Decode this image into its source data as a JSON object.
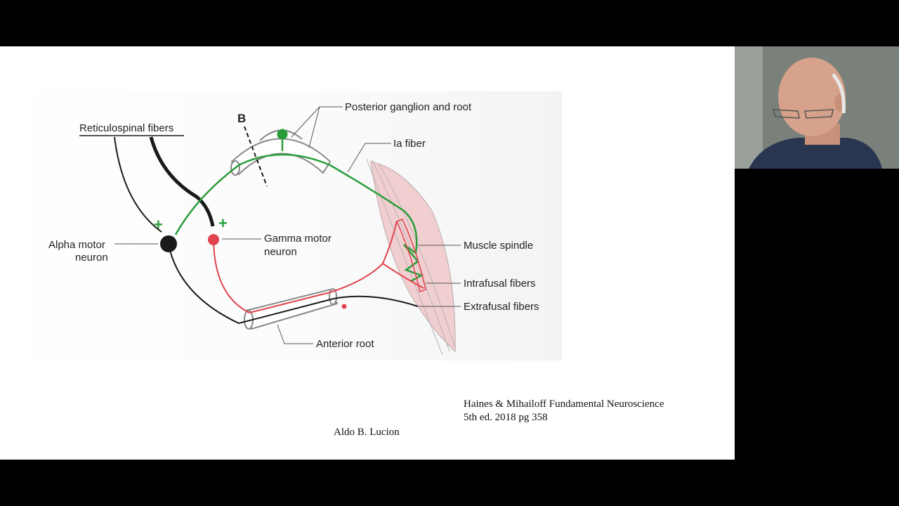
{
  "labels": {
    "reticulospinal": "Reticulospinal fibers",
    "b": "B",
    "posterior_ganglion": "Posterior ganglion and root",
    "ia_fiber": "Ia fiber",
    "alpha_line1": "Alpha motor",
    "alpha_line2": "neuron",
    "gamma_line1": "Gamma motor",
    "gamma_line2": "neuron",
    "plus": "+",
    "muscle_spindle": "Muscle spindle",
    "intrafusal": "Intrafusal fibers",
    "extrafusal": "Extrafusal fibers",
    "anterior_root": "Anterior root"
  },
  "citation": {
    "line1": "Haines & Mihailoff Fundamental Neuroscience",
    "line2": "5th ed. 2018 pg 358"
  },
  "author": "Aldo B. Lucion",
  "colors": {
    "green": "#2a9d3a",
    "red": "#e0444e",
    "black": "#1a1a1a",
    "muscle": "#f1cfd1"
  }
}
